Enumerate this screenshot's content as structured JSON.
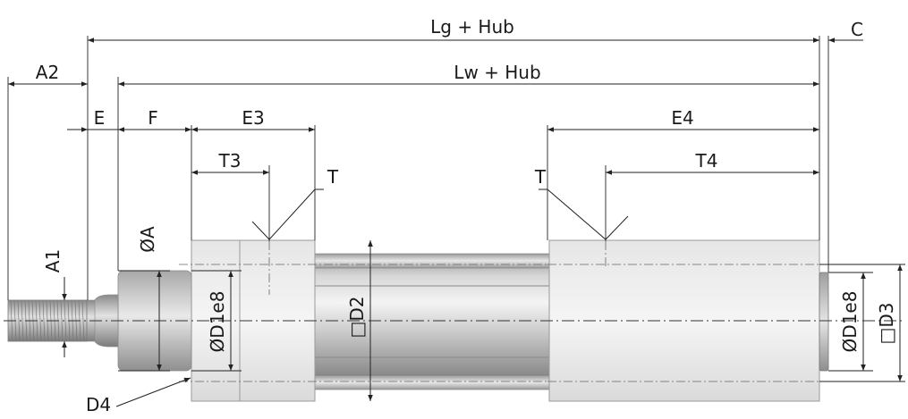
{
  "labels": {
    "lg_hub": "Lg + Hub",
    "c": "C",
    "lw_hub": "Lw + Hub",
    "a2": "A2",
    "e": "E",
    "f": "F",
    "e3": "E3",
    "e4": "E4",
    "t3": "T3",
    "t4": "T4",
    "t_left": "T",
    "t_right": "T",
    "oa": "ØA",
    "a1": "A1",
    "od1e8_left": "ØD1e8",
    "sq_d2": "□D2",
    "od1e8_right": "ØD1e8",
    "sq_d3": "□D3",
    "d4": "D4"
  },
  "colors": {
    "body_light": "#f2f2f2",
    "body_mid": "#dcdcdc",
    "tube_dark": "#9c9c9c",
    "rod_dark": "#7a7a7a",
    "line": "#222222"
  }
}
